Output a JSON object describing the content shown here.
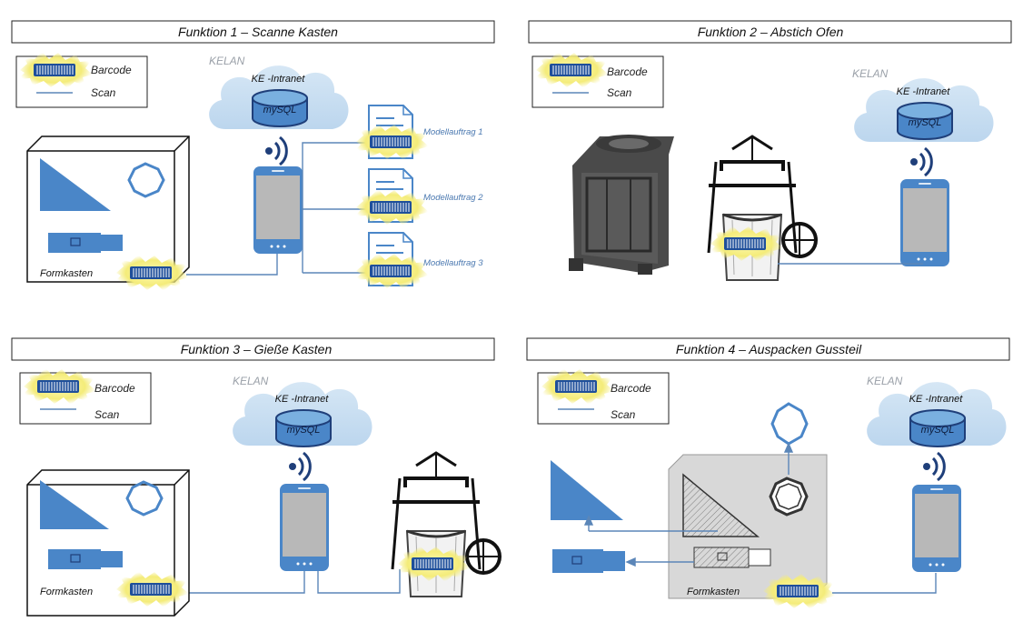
{
  "panels": [
    {
      "title": "Funktion 1 – Scanne Kasten",
      "legend": {
        "barcode": "Barcode",
        "scan": "Scan"
      },
      "cloud": {
        "label": "KELAN",
        "intranet": "KE -Intranet",
        "db": "mySQL"
      },
      "documents": [
        "Modellauftrag 1",
        "Modellauftrag 2",
        "Modellauftrag 3"
      ],
      "box_label": "Formkasten"
    },
    {
      "title": "Funktion 2 – Abstich Ofen",
      "legend": {
        "barcode": "Barcode",
        "scan": "Scan"
      },
      "cloud": {
        "label": "KELAN",
        "intranet": "KE -Intranet",
        "db": "mySQL"
      }
    },
    {
      "title": "Funktion 3 – Gieße Kasten",
      "legend": {
        "barcode": "Barcode",
        "scan": "Scan"
      },
      "cloud": {
        "label": "KELAN",
        "intranet": "KE -Intranet",
        "db": "mySQL"
      },
      "box_label": "Formkasten"
    },
    {
      "title": "Funktion 4 – Auspacken Gussteil",
      "legend": {
        "barcode": "Barcode",
        "scan": "Scan"
      },
      "cloud": {
        "label": "KELAN",
        "intranet": "KE -Intranet",
        "db": "mySQL"
      },
      "box_label": "Formkasten"
    }
  ],
  "colors": {
    "accent_blue": "#4a86c8",
    "cloud_blue": "#c9dff1",
    "scan_line": "#5b86b8",
    "barcode_glow": "#f4ec7a",
    "barcode_fill": "#1f4f9a",
    "phone_screen": "#b8b8b8"
  },
  "icons": [
    "barcode-icon",
    "smartphone-icon",
    "wifi-signal-icon",
    "database-icon",
    "cloud-icon",
    "document-icon",
    "furnace-icon",
    "ladle-icon",
    "triangle-pattern-icon",
    "octagon-pattern-icon",
    "rectangle-pattern-icon"
  ]
}
